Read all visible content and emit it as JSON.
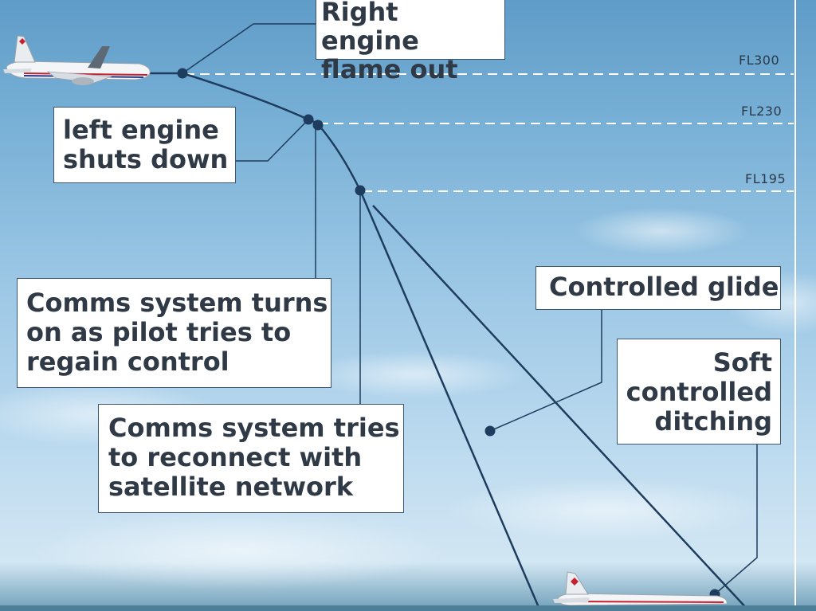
{
  "labels": {
    "right_engine": "Right engine\nflame out",
    "left_engine": "left engine\nshuts down",
    "comms_on": "Comms system turns\non as pilot tries to\nregain control",
    "comms_reconnect": "Comms system tries\nto reconnect with\nsatellite network",
    "controlled_glide": "Controlled glide",
    "soft_ditching": "Soft\ncontrolled\nditching"
  },
  "flight_levels": {
    "fl300": "FL300",
    "fl230": "FL230",
    "fl195": "FL195"
  },
  "colors": {
    "line": "#1e3d5e",
    "box_border": "#3a5670",
    "text": "#2f3a46"
  },
  "icons": {
    "plane_top": "airplane-icon",
    "plane_bottom": "ditched-airplane-icon"
  }
}
